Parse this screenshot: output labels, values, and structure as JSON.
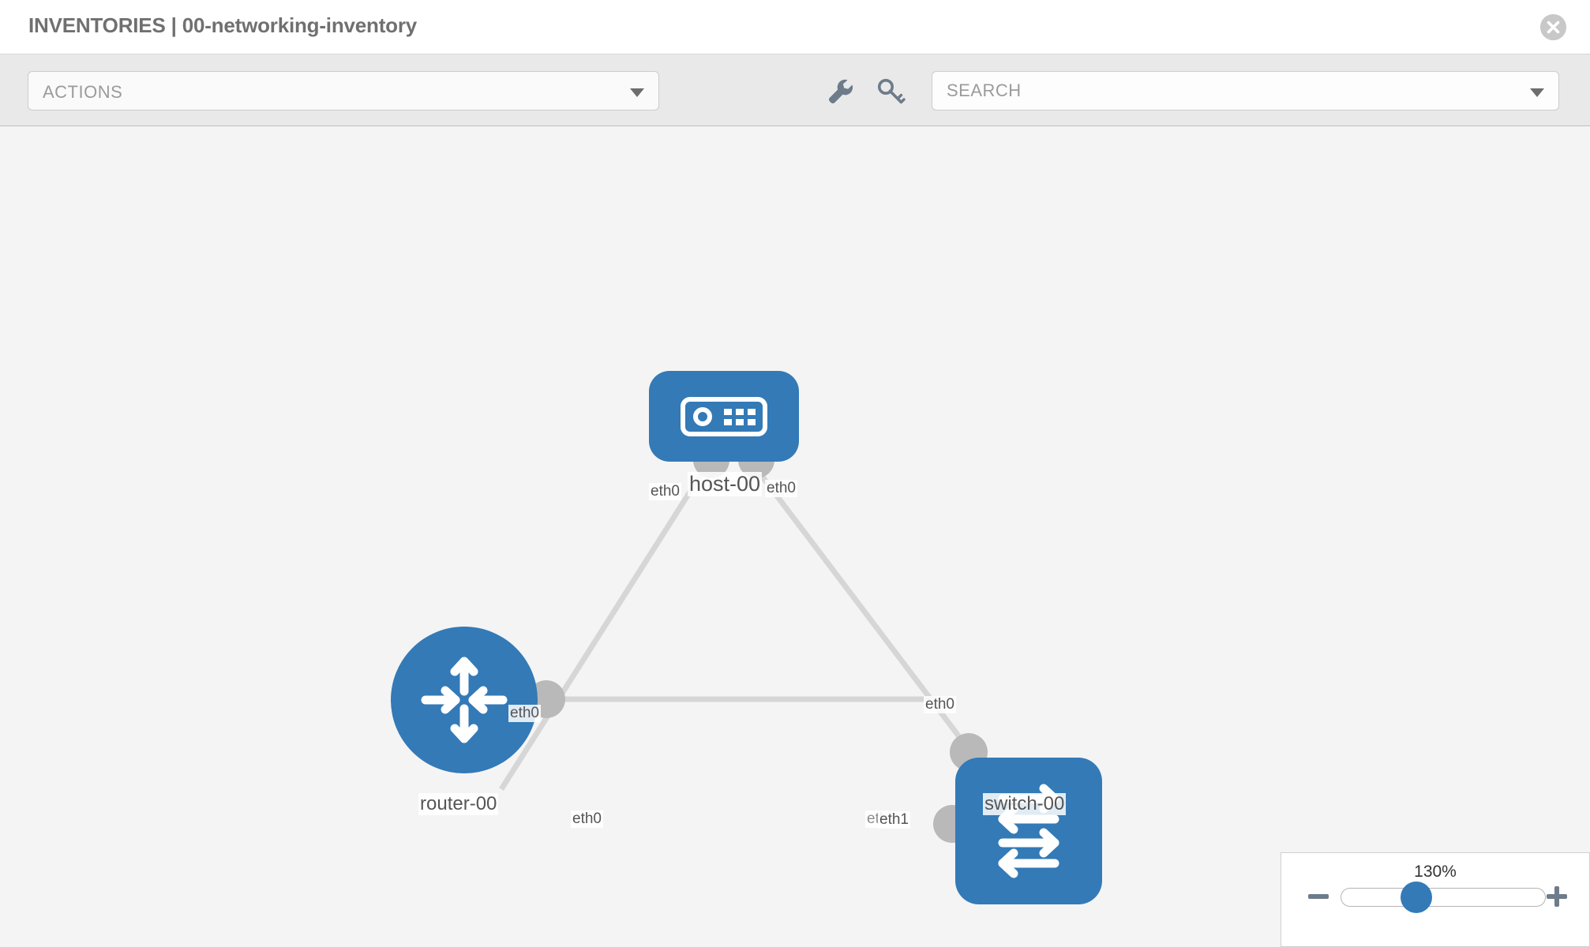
{
  "header": {
    "title": "INVENTORIES | 00-networking-inventory",
    "close_icon": "close-circle-icon"
  },
  "toolbar": {
    "actions_label": "ACTIONS",
    "actions_caret_icon": "chevron-down-icon",
    "wrench_icon": "wrench-icon",
    "key_icon": "key-icon",
    "search_placeholder": "SEARCH",
    "search_value": "",
    "search_caret_icon": "chevron-down-icon"
  },
  "topology": {
    "nodes": [
      {
        "id": "host-00",
        "label": "host-00",
        "type": "host",
        "icon": "server-icon"
      },
      {
        "id": "router-00",
        "label": "router-00",
        "type": "router",
        "icon": "router-arrows-icon"
      },
      {
        "id": "switch-00",
        "label": "switch-00",
        "type": "switch",
        "icon": "switch-arrows-icon"
      }
    ],
    "links": [
      {
        "from": "host-00",
        "to": "router-00",
        "from_label": "eth0",
        "to_label": "eth0"
      },
      {
        "from": "host-00",
        "to": "switch-00",
        "from_label": "eth0",
        "to_label": "eth0"
      },
      {
        "from": "router-00",
        "to": "switch-00",
        "from_label": "eth0",
        "to_label": "eth1"
      }
    ],
    "link_labels": {
      "host_left": "eth0",
      "host_right": "eth0",
      "router_up": "eth0",
      "switch_up": "eth0",
      "router_right": "eth0",
      "switch_left_back": "eth",
      "switch_left": "eth1"
    }
  },
  "zoom": {
    "level": "130%",
    "minus_icon": "minus-icon",
    "plus_icon": "plus-icon",
    "thumb_icon": "slider-thumb"
  },
  "colors": {
    "node_blue": "#337ab7",
    "port_gray": "#b9b9b9",
    "link_gray": "#d6d6d6",
    "canvas_bg": "#f4f4f4",
    "toolbar_bg": "#e9e9e9"
  }
}
